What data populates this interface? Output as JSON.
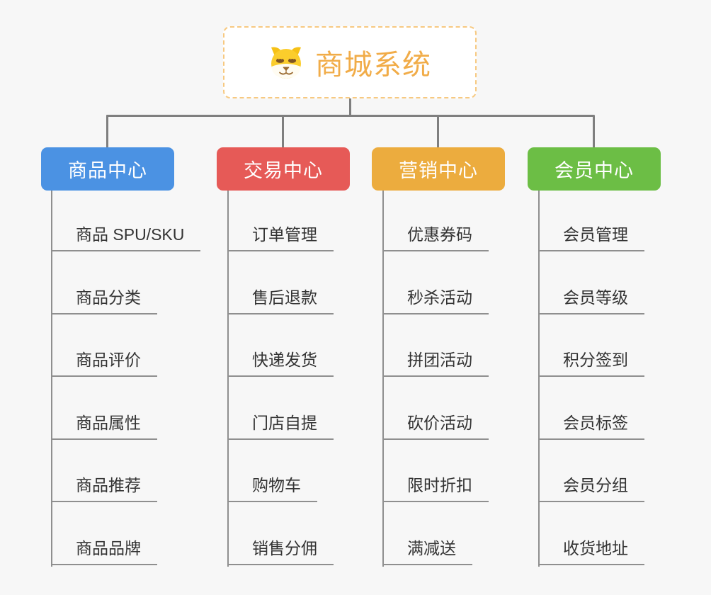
{
  "app": {
    "background_color": "#f7f7f7",
    "connector_main_color": "#7f7f7f",
    "connector_child_color": "#8f8f8f"
  },
  "root": {
    "title": "商城系统",
    "icon": "dog-face-icon",
    "text_color": "#f1ac48",
    "border_color": "#f7c981",
    "background": "#ffffff"
  },
  "branches": [
    {
      "label": "商品中心",
      "color": "#4b92e3",
      "children": [
        "商品 SPU/SKU",
        "商品分类",
        "商品评价",
        "商品属性",
        "商品推荐",
        "商品品牌"
      ]
    },
    {
      "label": "交易中心",
      "color": "#e65a57",
      "children": [
        "订单管理",
        "售后退款",
        "快递发货",
        "门店自提",
        "购物车",
        "销售分佣"
      ]
    },
    {
      "label": "营销中心",
      "color": "#ecac3e",
      "children": [
        "优惠券码",
        "秒杀活动",
        "拼团活动",
        "砍价活动",
        "限时折扣",
        "满减送"
      ]
    },
    {
      "label": "会员中心",
      "color": "#6cbe45",
      "children": [
        "会员管理",
        "会员等级",
        "积分签到",
        "会员标签",
        "会员分组",
        "收货地址"
      ]
    }
  ]
}
